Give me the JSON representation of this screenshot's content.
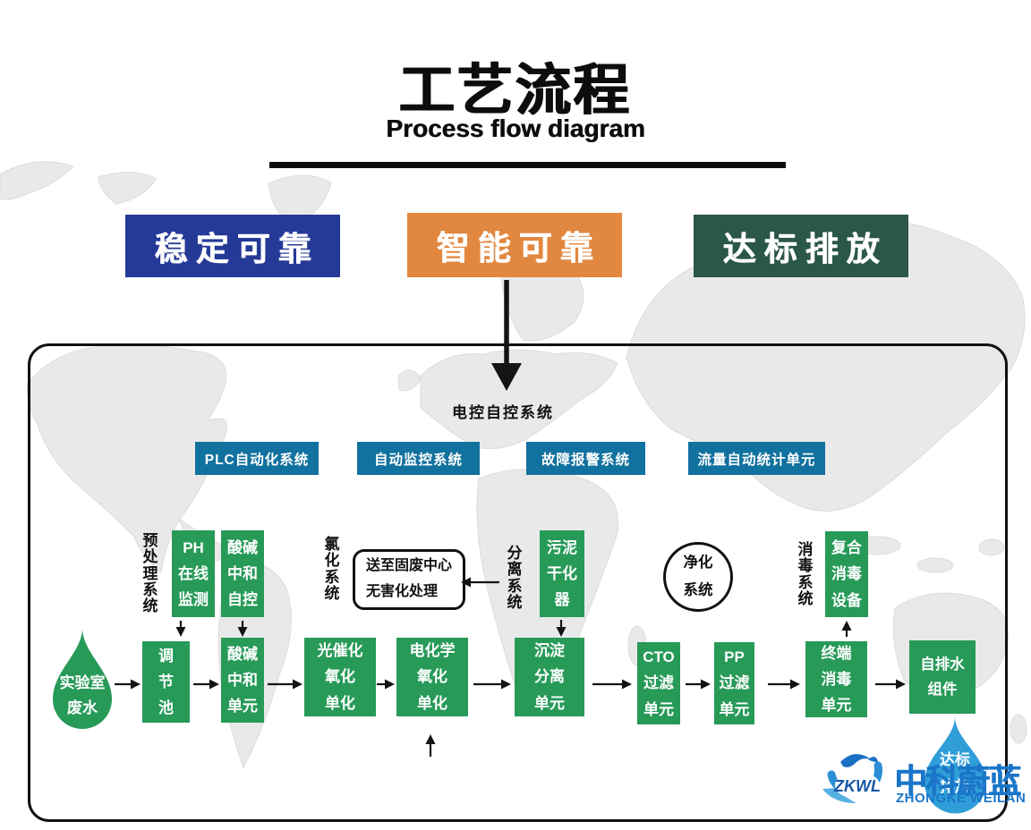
{
  "page": {
    "title_zh": "工艺流程",
    "title_en": "Process flow diagram"
  },
  "banners": [
    {
      "label": "稳定可靠",
      "color": "#253a97"
    },
    {
      "label": "智能可靠",
      "color": "#e2873f"
    },
    {
      "label": "达标排放",
      "color": "#2b574a"
    }
  ],
  "control_system": {
    "label": "电控自控系统",
    "subsystems": [
      {
        "label": "PLC自动化系统"
      },
      {
        "label": "自动监控系统"
      },
      {
        "label": "故障报警系统"
      },
      {
        "label": "流量自动统计单元"
      }
    ]
  },
  "group_labels": {
    "pretreatment": "预处理系统",
    "chlorination": "氯化系统",
    "separation": "分离系统",
    "purification": "净化\n系统",
    "disinfection": "消毒系统"
  },
  "aux_units": {
    "ph_monitor": "PH\n在线\n监测",
    "acid_base_auto": "酸碱\n中和\n自控",
    "solid_waste_note": "送至固废中心\n无害化处理",
    "sludge_dryer": "污泥\n干化\n器",
    "composite_disinfector": "复合\n消毒\n设备"
  },
  "flow_units": {
    "source": "实验室\n废水",
    "regulating_tank": "调\n节\n池",
    "acid_base_unit": "酸碱\n中和\n单元",
    "photocatalytic_oxidation": "光催化\n氧化\n单化",
    "electrochemical_oxidation": "电化学\n氧化\n单化",
    "sedimentation_separation": "沉淀\n分离\n单元",
    "cto_filter": "CTO\n过滤\n单元",
    "pp_filter": "PP\n过滤\n单元",
    "terminal_disinfection": "终端\n消毒\n单元",
    "self_drain": "自排水\n组件"
  },
  "outlet": {
    "drop_label": "达标\n排放"
  },
  "logo": {
    "abbr": "ZKWL",
    "name_zh": "中科蔚蓝",
    "name_en": "ZHONGKE WEILAN"
  },
  "colors": {
    "process_green": "#279a58",
    "system_blue": "#11719f",
    "banner_blue": "#253a97",
    "banner_orange": "#e2873f",
    "banner_green": "#2b574a",
    "logo_blue": "#1b76c9",
    "drop_blue": "#2f9ed8",
    "ink": "#111111",
    "map_gray": "#e9e9e9"
  }
}
